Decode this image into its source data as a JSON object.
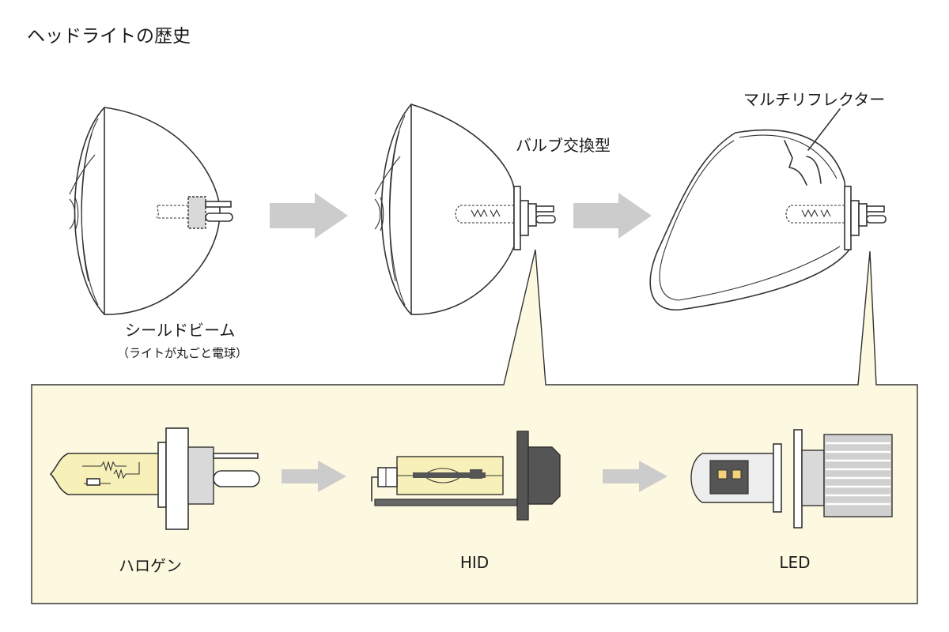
{
  "title": "ヘッドライトの歴史",
  "labels": {
    "sealed_beam": "シールドビーム",
    "sealed_beam_note": "（ライトが丸ごと電球）",
    "bulb_replaceable": "バルブ交換型",
    "multi_reflector": "マルチリフレクター",
    "halogen": "ハロゲン",
    "hid": "HID",
    "led": "LED"
  },
  "colors": {
    "panel_fill": "#fdf9e0",
    "glass_tint": "#f7f0b8",
    "arrow": "#cccccc",
    "line": "#333333"
  }
}
